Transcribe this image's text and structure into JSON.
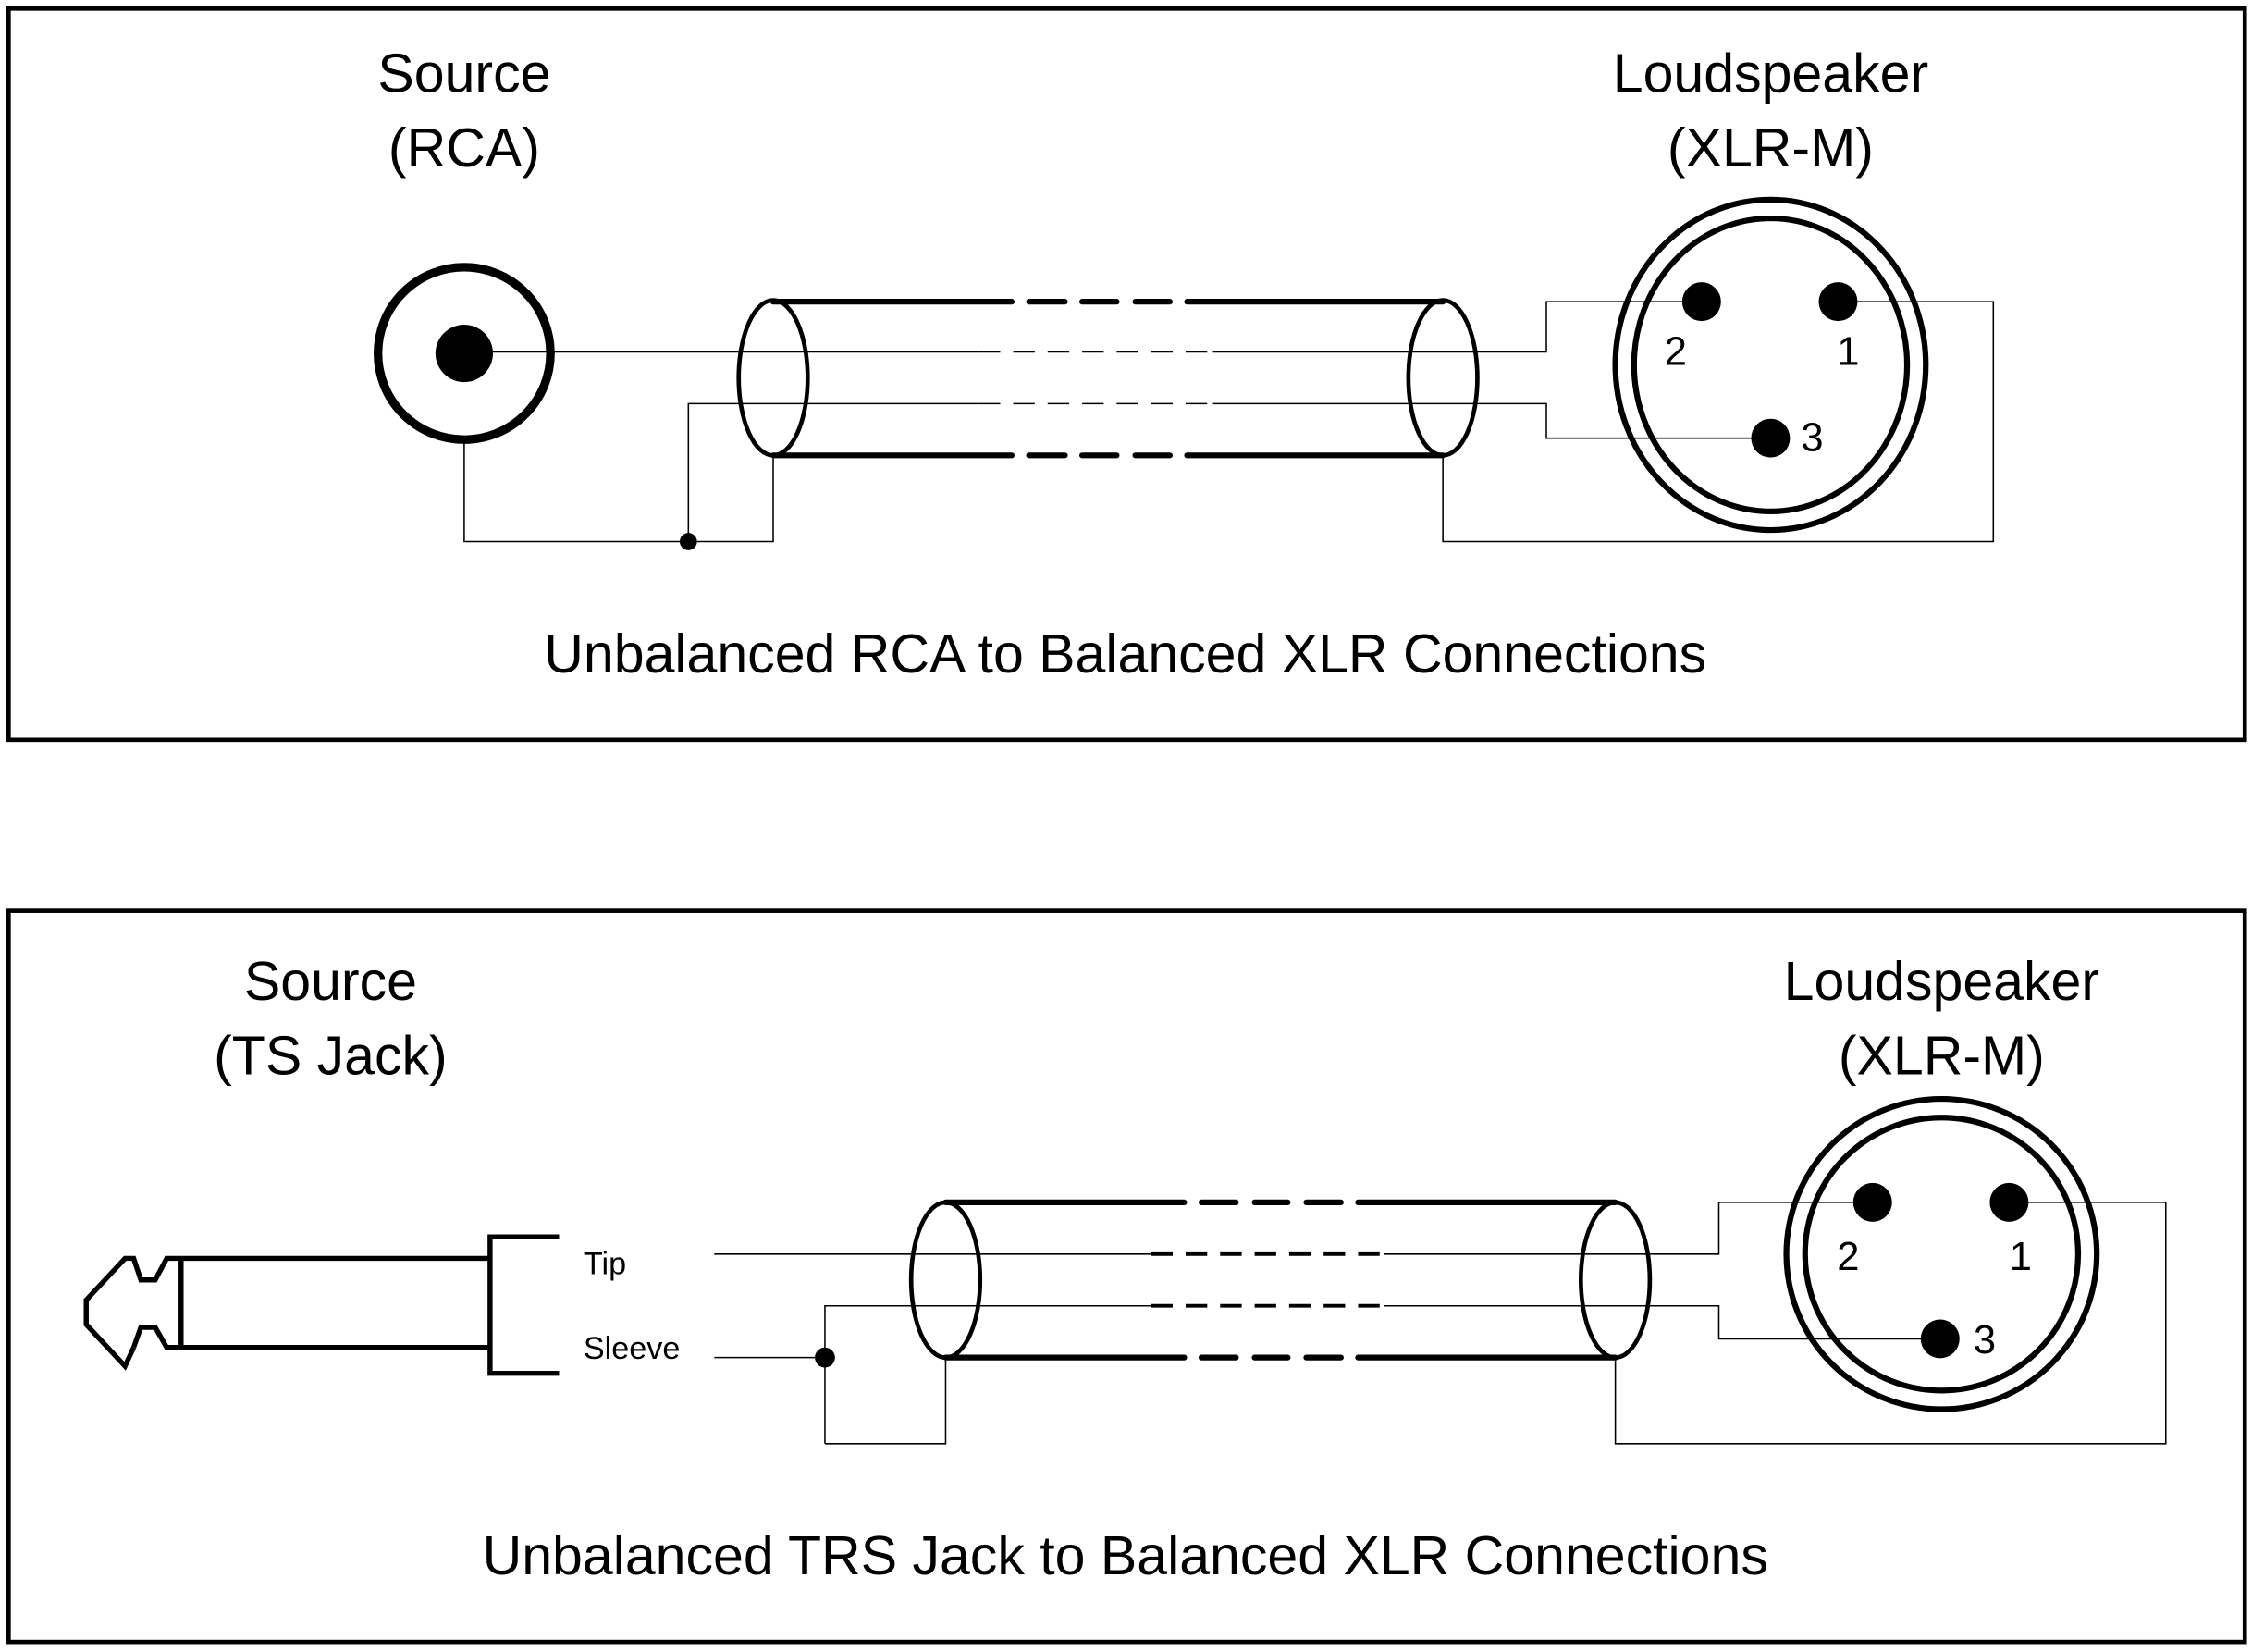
{
  "diagrams": [
    {
      "id": "rca-to-xlr",
      "source": {
        "title": "Source",
        "connector": "(RCA)"
      },
      "destination": {
        "title": "Loudspeaker",
        "connector": "(XLR-M)"
      },
      "pins": {
        "p1": "1",
        "p2": "2",
        "p3": "3"
      },
      "caption": "Unbalanced RCA to Balanced XLR Connections"
    },
    {
      "id": "ts-to-xlr",
      "source": {
        "title": "Source",
        "connector": "(TS Jack)"
      },
      "destination": {
        "title": "Loudspeaker",
        "connector": "(XLR-M)"
      },
      "terminals": {
        "tip": "Tip",
        "sleeve": "Sleeve"
      },
      "pins": {
        "p1": "1",
        "p2": "2",
        "p3": "3"
      },
      "caption": "Unbalanced TRS Jack to Balanced XLR Connections"
    }
  ],
  "colors": {
    "line": "#000000",
    "background": "#ffffff"
  }
}
